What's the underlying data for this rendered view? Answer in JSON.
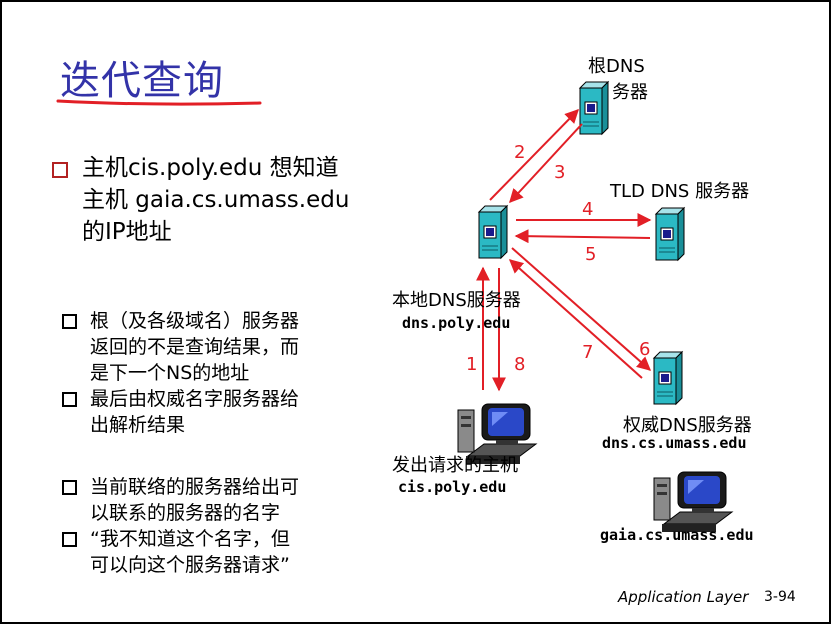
{
  "title": "迭代查询",
  "main_bullet": "主机cis.poly.edu 想知道\n主机 gaia.cs.umass.edu\n的IP地址",
  "sub_bullets_1": [
    "根（及各级域名）服务器\n返回的不是查询结果，而\n是下一个NS的地址",
    "最后由权威名字服务器给\n出解析结果"
  ],
  "sub_bullets_2": [
    "当前联络的服务器给出可\n以联系的服务器的名字",
    "“我不知道这个名字，但\n可以向这个服务器请求”"
  ],
  "diagram": {
    "root_label_1": "根DNS",
    "root_label_2": "务器",
    "tld_label": "TLD DNS 服务器",
    "local_label": "本地DNS服务器",
    "local_host": "dns.poly.edu",
    "requester_label": "发出请求的主机",
    "requester_host": "cis.poly.edu",
    "auth_label": "权威DNS服务器",
    "auth_host": "dns.cs.umass.edu",
    "target_host": "gaia.cs.umass.edu",
    "steps": [
      "1",
      "2",
      "3",
      "4",
      "5",
      "6",
      "7",
      "8"
    ]
  },
  "footer": {
    "app": "Application Layer",
    "page": "3-94"
  },
  "colors": {
    "title": "#3333a8",
    "arrow": "#e21f26",
    "server": "#2bb9c4",
    "bullet": "#b22222"
  }
}
